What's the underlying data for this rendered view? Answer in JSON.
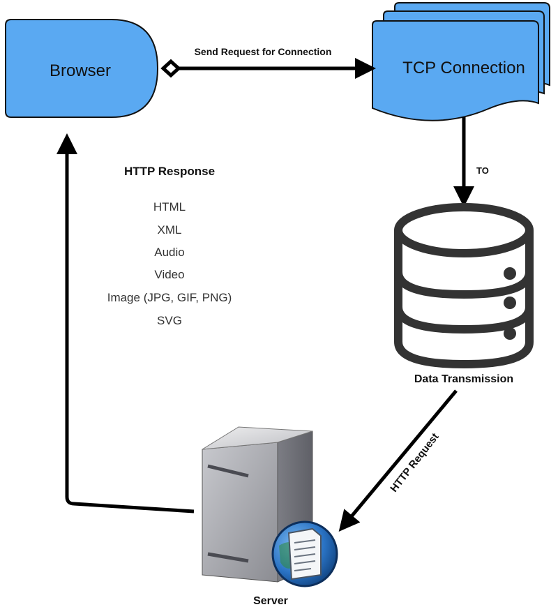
{
  "colors": {
    "node_fill": "#5aa9f2",
    "node_stroke": "#111111",
    "arrow": "#000000",
    "db_stroke": "#333333",
    "server_body": "#a9aab0",
    "globe": "#2a73c4"
  },
  "nodes": {
    "browser": {
      "label": "Browser"
    },
    "tcp": {
      "label": "TCP Connection"
    },
    "database": {
      "label": "Data Transmission"
    },
    "server": {
      "label": "Server"
    }
  },
  "edges": {
    "request_connection": {
      "label": "Send Request for Connection"
    },
    "to": {
      "label": "TO"
    },
    "http_request": {
      "label": "HTTP Request"
    },
    "http_response": {
      "label": "HTTP Response"
    }
  },
  "response_types": {
    "items": [
      "HTML",
      "XML",
      "Audio",
      "Video",
      "Image (JPG, GIF, PNG)",
      "SVG"
    ]
  },
  "icons": {
    "database": "database-icon",
    "server": "server-icon",
    "document": "document-icon"
  }
}
